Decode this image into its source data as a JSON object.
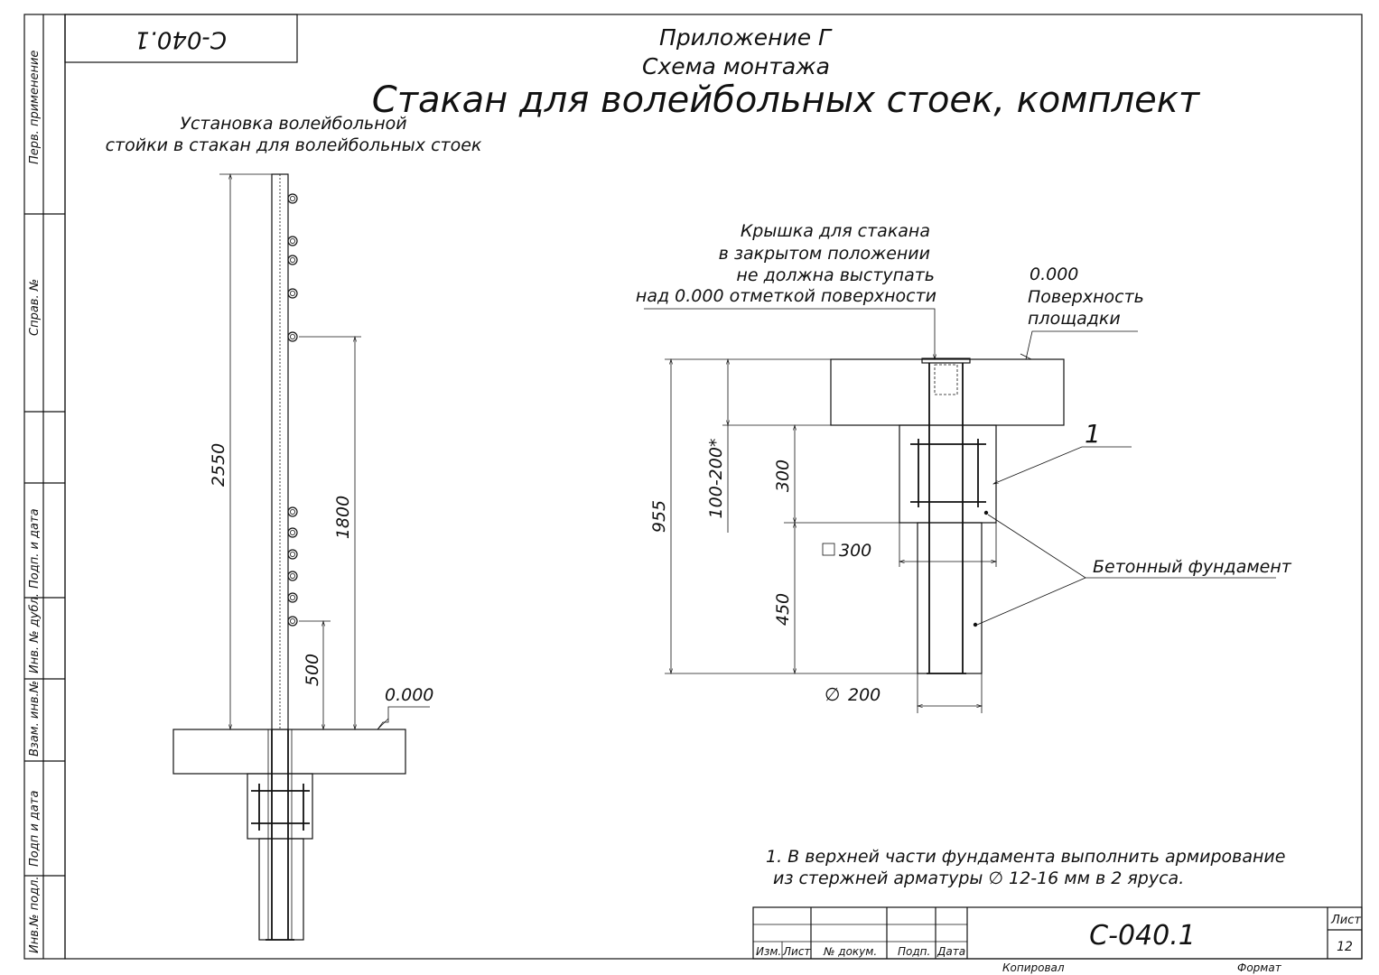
{
  "header": {
    "appendix": "Приложение Г",
    "subtitle": "Схема монтажа",
    "title": "Стакан для волейбольных стоек, комплект",
    "corner_code": "С-040.1"
  },
  "left_view": {
    "caption_line1": "Установка волейбольной",
    "caption_line2": "стойки в стакан для волейбольных стоек",
    "dims": {
      "total": "2550",
      "upper": "1800",
      "lower": "500"
    },
    "level": "0.000"
  },
  "right_view": {
    "note_line1": "Крышка для стакана",
    "note_line2": "в закрытом положении",
    "note_line3": "не должна выступать",
    "note_line4": "над 0.000 отметкой поверхности",
    "surface_level": "0.000",
    "surface_line1": "Поверхность",
    "surface_line2": "площадки",
    "callout": "1",
    "concrete_label": "Бетонный фундамент",
    "dims": {
      "total": "955",
      "slab": "100-200*",
      "upper": "300",
      "lower": "450",
      "square": "300",
      "diameter": "200"
    }
  },
  "notes": {
    "line1": "1. В верхней части фундамента выполнить армирование",
    "line2": "из стержней арматуры ∅ 12-16 мм в 2 яруса."
  },
  "side_strip": {
    "perv": "Перв. применение",
    "sprav": "Справ. №",
    "podp_data_1": "Подп. и дата",
    "inv_dubl": "Инв. № дубл.",
    "vzam_inv": "Взам. инв.№",
    "podp_data_2": "Подп и дата",
    "inv_podl": "Инв.№ подл."
  },
  "title_block": {
    "col_izm": "Изм.",
    "col_list": "Лист",
    "col_doc": "№ докум.",
    "col_podp": "Подп.",
    "col_data": "Дата",
    "code": "С-040.1",
    "sheet_label": "Лист",
    "sheet_number": "12",
    "kopiroval": "Копировал",
    "format": "Формат"
  }
}
